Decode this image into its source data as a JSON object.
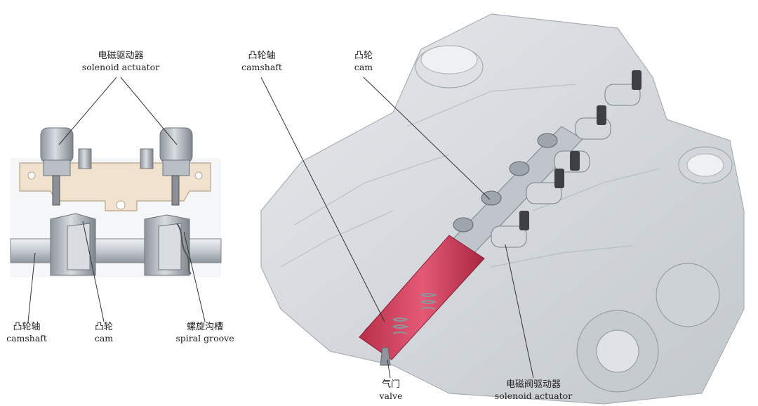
{
  "labels": {
    "left_actuator": {
      "zh": "电磁驱动器",
      "en": "solenoid actuator"
    },
    "left_camshaft": {
      "zh": "凸轮轴",
      "en": "camshaft"
    },
    "left_cam": {
      "zh": "凸轮",
      "en": "cam"
    },
    "spiral_groove": {
      "zh": "螺旋沟槽",
      "en": "spiral groove"
    },
    "right_camshaft": {
      "zh": "凸轮轴",
      "en": "camshaft"
    },
    "right_cam": {
      "zh": "凸轮",
      "en": "cam"
    },
    "valve": {
      "zh": "气门",
      "en": "valve"
    },
    "right_actuator": {
      "zh": "电磁阀驱动器",
      "en": "solenoid actuator"
    }
  },
  "colors": {
    "metal": "#cfd4da",
    "metal_dark": "#9aa1a8",
    "bracket": "#f1e2cf",
    "cutaway_red": "#d8415f",
    "actuator_dark": "#3c3f44"
  }
}
